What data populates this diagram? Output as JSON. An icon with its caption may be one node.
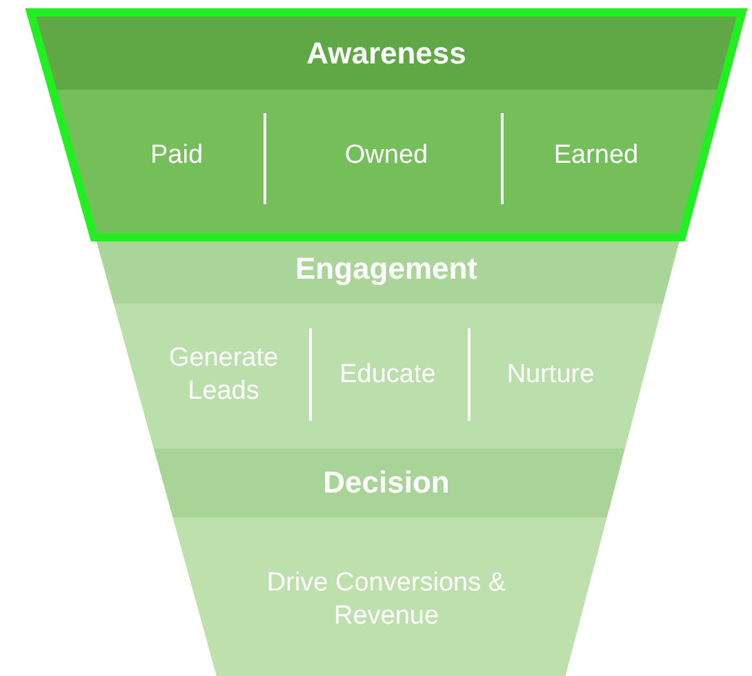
{
  "diagram": {
    "nodes": [
      {
        "text": [
          "Awareness"
        ]
      },
      {
        "text": [
          "Paid"
        ],
        "in": 0
      },
      {
        "text": [
          "Owned"
        ],
        "in": 0
      },
      {
        "text": [
          "Earned"
        ],
        "in": 0
      },
      {
        "text": [
          "Engagement"
        ]
      },
      {
        "text": [
          "Generate Leads"
        ],
        "in": 4
      },
      {
        "text": [
          "Educate"
        ],
        "in": 4
      },
      {
        "text": [
          "Nurture"
        ],
        "in": 4
      },
      {
        "text": [
          "Decision"
        ]
      },
      {
        "text": [
          "Drive Conversions & Revenue"
        ],
        "in": 8
      }
    ]
  }
}
